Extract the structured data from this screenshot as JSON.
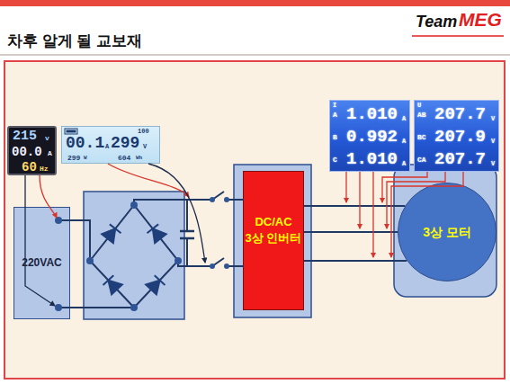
{
  "diagram": {
    "title": "차후 알게 될 교보재",
    "nodes": [
      {
        "text": [
          "I",
          "A",
          "1.010",
          "A",
          "B",
          "0.992",
          "A",
          "C",
          "1.010",
          "A"
        ]
      },
      {
        "text": [
          "U",
          "AB",
          "207.7",
          "V",
          "BC",
          "207.9",
          "V",
          "CA",
          "207.7",
          "V"
        ]
      },
      {
        "text": [
          "215",
          "v",
          "00.0",
          "A",
          "60",
          "Hz"
        ]
      },
      {
        "text": [
          "100",
          "00.1",
          "A",
          "299",
          "V",
          "299",
          "W",
          "604",
          "Wh"
        ]
      },
      {
        "text": [
          "220VAC"
        ]
      },
      {
        "text": [
          "DC/AC",
          "3상 인버터"
        ]
      },
      {
        "text": [
          "3상 모터"
        ]
      }
    ],
    "edges": [
      {
        "from": 5,
        "to": 6,
        "arrow": "none"
      },
      {
        "from": 5,
        "to": 6,
        "arrow": "none"
      },
      {
        "from": 5,
        "to": 6,
        "arrow": "none"
      }
    ],
    "labels": [
      "Team",
      "MEG"
    ]
  }
}
